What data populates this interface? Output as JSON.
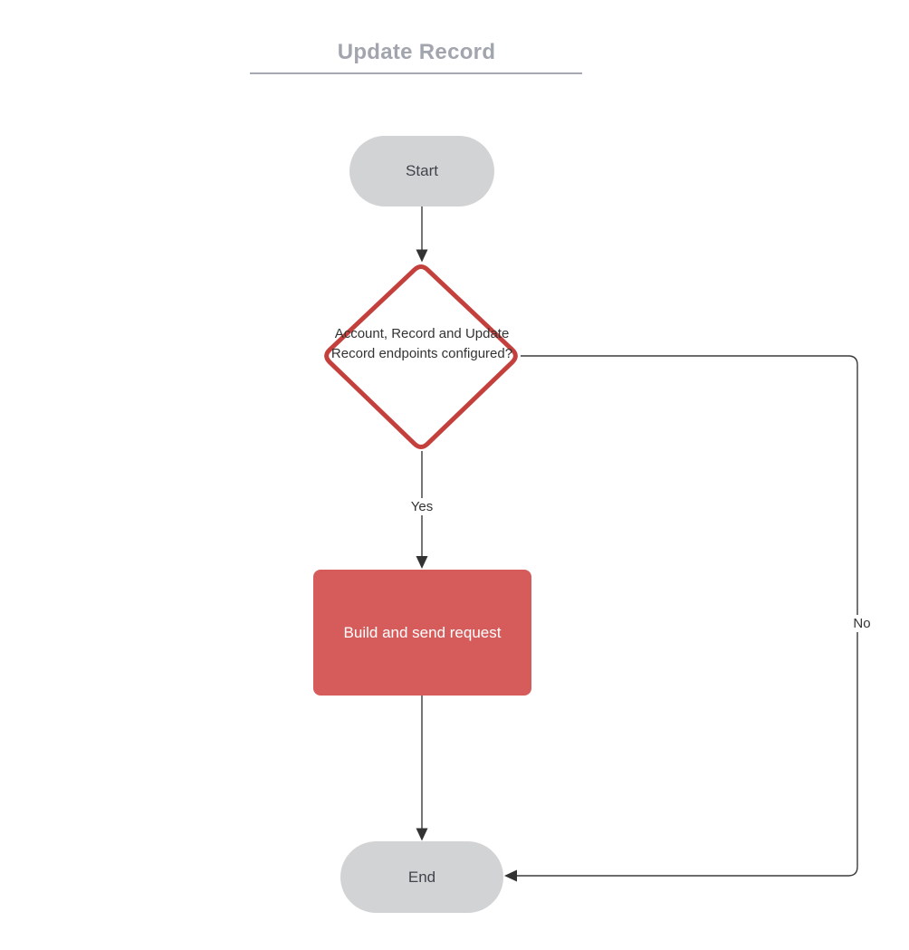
{
  "title": {
    "text": "Update Record"
  },
  "nodes": [
    {
      "id": "start",
      "type": "terminator",
      "label": "Start"
    },
    {
      "id": "decision",
      "type": "decision",
      "label": "Account, Record and Update Record endpoints configured?"
    },
    {
      "id": "process",
      "type": "process",
      "label": "Build and send request"
    },
    {
      "id": "end",
      "type": "terminator",
      "label": "End"
    }
  ],
  "edges": [
    {
      "from": "start",
      "to": "decision",
      "label": ""
    },
    {
      "from": "decision",
      "to": "process",
      "label": "Yes"
    },
    {
      "from": "process",
      "to": "end",
      "label": ""
    },
    {
      "from": "decision",
      "to": "end",
      "label": "No"
    }
  ],
  "colors": {
    "title_gray": "#a2a5ae",
    "terminator_fill": "#d2d3d5",
    "decision_stroke": "#c4403c",
    "decision_fill": "#ffffff",
    "process_fill": "#d65c5c",
    "process_text": "#ffffff",
    "connector": "#3a3a3a",
    "node_text": "#333333"
  }
}
